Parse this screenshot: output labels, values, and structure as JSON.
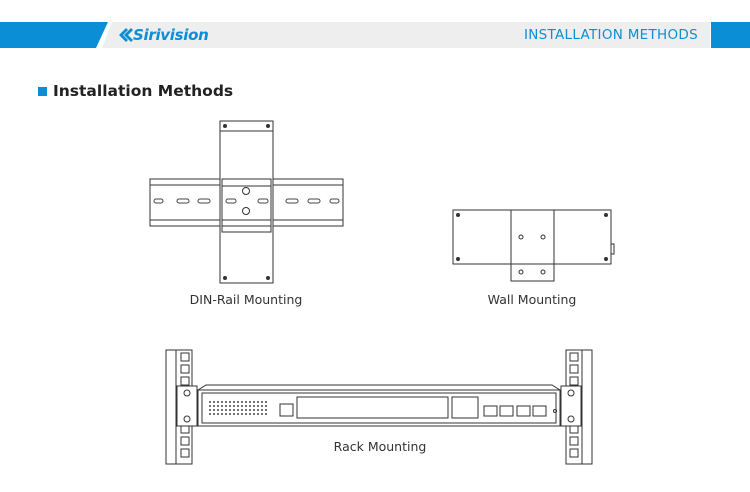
{
  "header": {
    "brand": "Sirivision",
    "title": "INSTALLATION METHODS",
    "colors": {
      "accent": "#0a8fd6",
      "band": "#eeeeee"
    }
  },
  "section": {
    "title": "Installation Methods"
  },
  "figures": {
    "din_rail": {
      "caption": "DIN-Rail Mounting"
    },
    "wall": {
      "caption": "Wall Mounting"
    },
    "rack": {
      "caption": "Rack Mounting"
    }
  }
}
